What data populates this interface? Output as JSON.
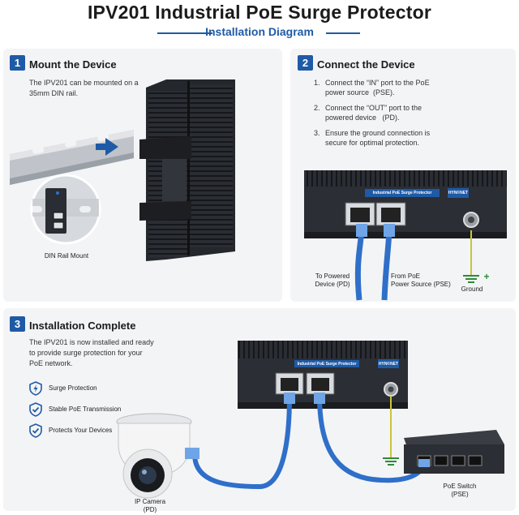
{
  "header": {
    "title": "IPV201 Industrial PoE Surge Protector",
    "subtitle": "Installation Diagram"
  },
  "step1": {
    "number": "1",
    "title": "Mount the Device",
    "text_line1": "The IPV201 can be mounted on a",
    "text_line2": "35mm DIN rail.",
    "inset_label": "DIN Rail Mount"
  },
  "step2": {
    "number": "2",
    "title": "Connect the Device",
    "items": [
      {
        "num": "1.",
        "line1": "Connect the “IN” port to the PoE",
        "line2": "power source  (PSE)."
      },
      {
        "num": "2.",
        "line1": "Connect the “OUT” port to the",
        "line2": "powered device   (PD)."
      },
      {
        "num": "3.",
        "line1": "Ensure the ground connection is",
        "line2": "secure for optimal protection."
      }
    ],
    "device_label": "Industrial PoE Surge Protector",
    "brand": "HYN©NET",
    "label_pd_line1": "To Powered",
    "label_pd_line2": "Device (PD)",
    "label_pse_line1": "From PoE",
    "label_pse_line2": "Power Source (PSE)",
    "label_ground": "Ground",
    "plus_sign": "+"
  },
  "step3": {
    "number": "3",
    "title": "Installation Complete",
    "text_line1": "The IPV201 is now installed and ready",
    "text_line2": "to provide surge protection for your",
    "text_line3": "PoE network.",
    "features": [
      "Surge Protection",
      "Stable PoE Transmission",
      "Protects Your Devices"
    ],
    "device_label": "Industrial PoE Surge Protector",
    "brand": "HYN©NET",
    "camera_line1": "IP Camera",
    "camera_line2": "(PD)",
    "switch_line1": "PoE Switch",
    "switch_line2": "(PSE)"
  },
  "colors": {
    "accent": "#1f5aa6",
    "device_body": "#2a2d33",
    "cable": "#2f6fc9",
    "ground_wire": "#c9c63a",
    "panel": "#f3f4f6"
  }
}
